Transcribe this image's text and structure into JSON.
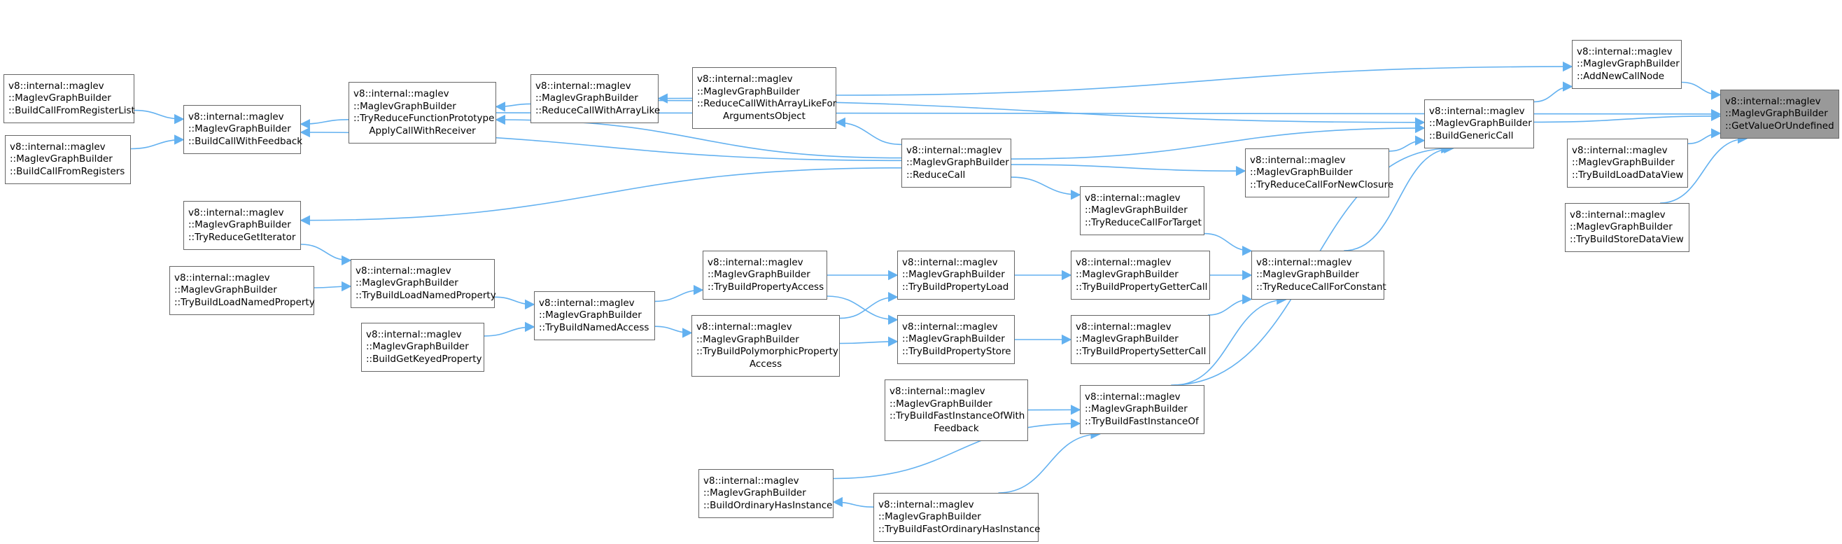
{
  "graph": {
    "edge_color": "#63b1f0",
    "selected_fill": "#999999",
    "nodes": {
      "getValueOrUndefined": [
        "v8::internal::maglev",
        "::MaglevGraphBuilder",
        "::GetValueOrUndefined"
      ],
      "addNewCallNode": [
        "v8::internal::maglev",
        "::MaglevGraphBuilder",
        "::AddNewCallNode"
      ],
      "buildGenericCall": [
        "v8::internal::maglev",
        "::MaglevGraphBuilder",
        "::BuildGenericCall"
      ],
      "tryBuildLoadDataView": [
        "v8::internal::maglev",
        "::MaglevGraphBuilder",
        "::TryBuildLoadDataView"
      ],
      "tryBuildStoreDataView": [
        "v8::internal::maglev",
        "::MaglevGraphBuilder",
        "::TryBuildStoreDataView"
      ],
      "buildCallFromRegisterList": [
        "v8::internal::maglev",
        "::MaglevGraphBuilder",
        "::BuildCallFromRegisterList"
      ],
      "buildCallFromRegisters": [
        "v8::internal::maglev",
        "::MaglevGraphBuilder",
        "::BuildCallFromRegisters"
      ],
      "buildCallWithFeedback": [
        "v8::internal::maglev",
        "::MaglevGraphBuilder",
        "::BuildCallWithFeedback"
      ],
      "tryReduceFunctionPrototypeApply": [
        "v8::internal::maglev",
        "::MaglevGraphBuilder",
        "::TryReduceFunctionPrototype",
        "ApplyCallWithReceiver"
      ],
      "reduceCallWithArrayLike": [
        "v8::internal::maglev",
        "::MaglevGraphBuilder",
        "::ReduceCallWithArrayLike"
      ],
      "reduceCallWithArrayLikeForArgs": [
        "v8::internal::maglev",
        "::MaglevGraphBuilder",
        "::ReduceCallWithArrayLikeFor",
        "ArgumentsObject"
      ],
      "reduceCall": [
        "v8::internal::maglev",
        "::MaglevGraphBuilder",
        "::ReduceCall"
      ],
      "tryReduceCallForNewClosure": [
        "v8::internal::maglev",
        "::MaglevGraphBuilder",
        "::TryReduceCallForNewClosure"
      ],
      "tryReduceGetIterator": [
        "v8::internal::maglev",
        "::MaglevGraphBuilder",
        "::TryReduceGetIterator"
      ],
      "tryReduceCallForTarget": [
        "v8::internal::maglev",
        "::MaglevGraphBuilder",
        "::TryReduceCallForTarget"
      ],
      "tryReduceCallForConstant": [
        "v8::internal::maglev",
        "::MaglevGraphBuilder",
        "::TryReduceCallForConstant"
      ],
      "tryBuildLoadNamedProperty": [
        "v8::internal::maglev",
        "::MaglevGraphBuilder",
        "::TryBuildLoadNamedProperty"
      ],
      "tryBuildLoadNamedPropertyOuter": [
        "v8::internal::maglev",
        "::MaglevGraphBuilder",
        "::TryBuildLoadNamedProperty"
      ],
      "tryBuildNamedAccess": [
        "v8::internal::maglev",
        "::MaglevGraphBuilder",
        "::TryBuildNamedAccess"
      ],
      "buildGetKeyedProperty": [
        "v8::internal::maglev",
        "::MaglevGraphBuilder",
        "::BuildGetKeyedProperty"
      ],
      "tryBuildPropertyAccess": [
        "v8::internal::maglev",
        "::MaglevGraphBuilder",
        "::TryBuildPropertyAccess"
      ],
      "tryBuildPolymorphicPropertyAccess": [
        "v8::internal::maglev",
        "::MaglevGraphBuilder",
        "::TryBuildPolymorphicProperty",
        "Access"
      ],
      "tryBuildPropertyLoad": [
        "v8::internal::maglev",
        "::MaglevGraphBuilder",
        "::TryBuildPropertyLoad"
      ],
      "tryBuildPropertyStore": [
        "v8::internal::maglev",
        "::MaglevGraphBuilder",
        "::TryBuildPropertyStore"
      ],
      "tryBuildPropertyGetterCall": [
        "v8::internal::maglev",
        "::MaglevGraphBuilder",
        "::TryBuildPropertyGetterCall"
      ],
      "tryBuildPropertySetterCall": [
        "v8::internal::maglev",
        "::MaglevGraphBuilder",
        "::TryBuildPropertySetterCall"
      ],
      "tryBuildFastInstanceOfWithFeedback": [
        "v8::internal::maglev",
        "::MaglevGraphBuilder",
        "::TryBuildFastInstanceOfWith",
        "Feedback"
      ],
      "tryBuildFastInstanceOf": [
        "v8::internal::maglev",
        "::MaglevGraphBuilder",
        "::TryBuildFastInstanceOf"
      ],
      "buildOrdinaryHasInstance": [
        "v8::internal::maglev",
        "::MaglevGraphBuilder",
        "::BuildOrdinaryHasInstance"
      ],
      "tryBuildFastOrdinaryHasInstance": [
        "v8::internal::maglev",
        "::MaglevGraphBuilder",
        "::TryBuildFastOrdinaryHasInstance"
      ]
    },
    "edges": [
      [
        "addNewCallNode",
        "getValueOrUndefined"
      ],
      [
        "buildGenericCall",
        "getValueOrUndefined"
      ],
      [
        "tryBuildLoadDataView",
        "getValueOrUndefined"
      ],
      [
        "tryBuildStoreDataView",
        "getValueOrUndefined"
      ],
      [
        "tryReduceFunctionPrototypeApply",
        "getValueOrUndefined"
      ],
      [
        "buildGenericCall",
        "addNewCallNode"
      ],
      [
        "reduceCallWithArrayLikeForArgs",
        "addNewCallNode"
      ],
      [
        "reduceCall",
        "buildGenericCall"
      ],
      [
        "tryReduceCallForNewClosure",
        "buildGenericCall"
      ],
      [
        "tryReduceCallForConstant",
        "buildGenericCall"
      ],
      [
        "tryBuildFastInstanceOf",
        "buildGenericCall"
      ],
      [
        "reduceCallWithArrayLike",
        "buildGenericCall"
      ],
      [
        "buildCallFromRegisterList",
        "buildCallWithFeedback"
      ],
      [
        "buildCallFromRegisters",
        "buildCallWithFeedback"
      ],
      [
        "tryReduceFunctionPrototypeApply",
        "buildCallWithFeedback"
      ],
      [
        "reduceCall",
        "buildCallWithFeedback"
      ],
      [
        "reduceCallWithArrayLike",
        "tryReduceFunctionPrototypeApply"
      ],
      [
        "reduceCall",
        "tryReduceFunctionPrototypeApply"
      ],
      [
        "reduceCallWithArrayLikeForArgs",
        "reduceCallWithArrayLike"
      ],
      [
        "reduceCall",
        "reduceCallWithArrayLikeForArgs"
      ],
      [
        "reduceCall",
        "tryReduceGetIterator"
      ],
      [
        "reduceCall",
        "tryReduceCallForNewClosure"
      ],
      [
        "reduceCall",
        "tryReduceCallForTarget"
      ],
      [
        "tryReduceCallForTarget",
        "tryReduceCallForConstant"
      ],
      [
        "tryBuildPropertyGetterCall",
        "tryReduceCallForConstant"
      ],
      [
        "tryBuildPropertySetterCall",
        "tryReduceCallForConstant"
      ],
      [
        "tryBuildFastInstanceOf",
        "tryReduceCallForConstant"
      ],
      [
        "tryReduceGetIterator",
        "tryBuildLoadNamedProperty"
      ],
      [
        "tryBuildLoadNamedPropertyOuter",
        "tryBuildLoadNamedProperty"
      ],
      [
        "tryBuildLoadNamedProperty",
        "tryBuildNamedAccess"
      ],
      [
        "buildGetKeyedProperty",
        "tryBuildNamedAccess"
      ],
      [
        "tryBuildNamedAccess",
        "tryBuildPropertyAccess"
      ],
      [
        "tryBuildNamedAccess",
        "tryBuildPolymorphicPropertyAccess"
      ],
      [
        "tryBuildPropertyAccess",
        "tryBuildPropertyLoad"
      ],
      [
        "tryBuildPropertyAccess",
        "tryBuildPropertyStore"
      ],
      [
        "tryBuildPolymorphicPropertyAccess",
        "tryBuildPropertyLoad"
      ],
      [
        "tryBuildPolymorphicPropertyAccess",
        "tryBuildPropertyStore"
      ],
      [
        "tryBuildPropertyLoad",
        "tryBuildPropertyGetterCall"
      ],
      [
        "tryBuildPropertyStore",
        "tryBuildPropertySetterCall"
      ],
      [
        "tryBuildFastInstanceOfWithFeedback",
        "tryBuildFastInstanceOf"
      ],
      [
        "buildOrdinaryHasInstance",
        "tryBuildFastInstanceOf"
      ],
      [
        "tryBuildFastOrdinaryHasInstance",
        "tryBuildFastInstanceOf"
      ],
      [
        "tryBuildFastOrdinaryHasInstance",
        "buildOrdinaryHasInstance"
      ]
    ]
  }
}
